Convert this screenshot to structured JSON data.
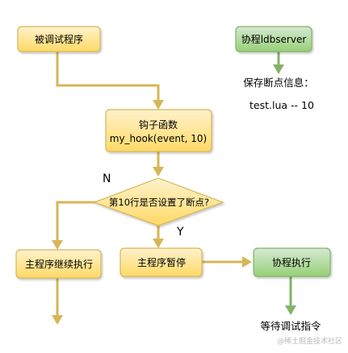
{
  "colors": {
    "process_fill_top": "#fff2cc",
    "process_fill_bottom": "#ffd966",
    "process_stroke": "#d6b656",
    "coroutine_fill_top": "#d5e8d4",
    "coroutine_fill_bottom": "#97d077",
    "coroutine_stroke": "#82b366",
    "yellow_arrow": "#d6b656",
    "green_arrow": "#82b366"
  },
  "nodes": {
    "debugged_program": "被调试程序",
    "hook_function_line1": "钩子函数",
    "hook_function_line2": "my_hook(event, 10)",
    "breakpoint_question": "第10行是否设置了断点?",
    "main_continue": "主程序继续执行",
    "main_pause": "主程序暂停",
    "coroutine_ldbserver": "协程ldbserver",
    "coroutine_execute": "协程执行"
  },
  "labels": {
    "no_branch": "N",
    "yes_branch": "Y",
    "breakpoint_info_title": "保存断点信息：",
    "breakpoint_info_entry": "test.lua -- 10",
    "wait_for_command": "等待调试指令"
  },
  "watermark": {
    "text": "@稀土掘金技术社区"
  }
}
